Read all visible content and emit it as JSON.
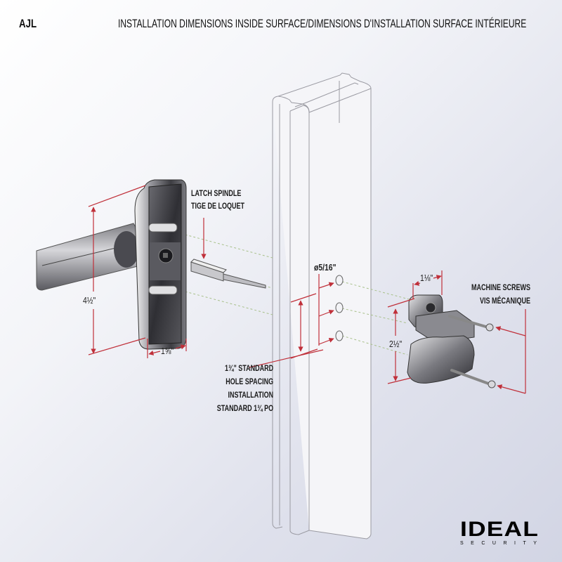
{
  "header": {
    "model_code": "AJL",
    "title": "INSTALLATION DIMENSIONS INSIDE SURFACE/DIMENSIONS D'INSTALLATION SURFACE INTÉRIEURE"
  },
  "callouts": {
    "latch_spindle": {
      "line1": "LATCH SPINDLE",
      "line2": "TIGE DE LOQUET"
    },
    "hole_spacing": {
      "line1": "1¾\" STANDARD",
      "line2": "HOLE SPACING",
      "line3": "INSTALLATION",
      "line4": "STANDARD 1¾ PO"
    },
    "machine_screws": {
      "line1": "MACHINE SCREWS",
      "line2": "VIS MÉCANIQUE"
    }
  },
  "dimensions": {
    "handle_height": "4½\"",
    "handle_width": "1⅝\"",
    "hole_diameter": "ø5/16\"",
    "latch_width": "1⅛\"",
    "latch_height": "2½\""
  },
  "colors": {
    "dimension_line": "#c0303a",
    "guide_line": "#a8c08a",
    "frame_outline": "#9a9aa2",
    "hardware_dark": "#3a3a3e"
  },
  "logo": {
    "brand": "IDEAL",
    "sub": "SECURITY"
  }
}
